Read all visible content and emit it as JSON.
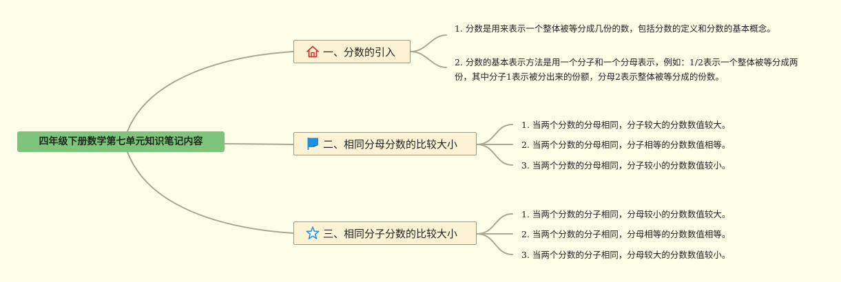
{
  "colors": {
    "background": "#fdfee8",
    "root_fill": "#7fc47d",
    "topic_fill": "#fcf3d4",
    "connector": "#a8a892",
    "home_icon": "#d9342b",
    "flag_icon": "#1f8fe0",
    "star_icon": "#2b8ee8"
  },
  "root": {
    "label": "四年级下册数学第七单元知识笔记内容"
  },
  "topics": [
    {
      "icon": "home-icon",
      "label": "一、分数的引入",
      "items": [
        "1. 分数是用来表示一个整体被等分成几份的数，包括分数的定义和分数的基本概念。",
        "2. 分数的基本表示方法是用一个分子和一个分母表示，例如：1/2表示一个整体被等分成两份，其中分子1表示被分出来的份额，分母2表示整体被等分成的份数。"
      ]
    },
    {
      "icon": "flag-icon",
      "label": "二、相同分母分数的比较大小",
      "items": [
        "1. 当两个分数的分母相同，分子较大的分数数值较大。",
        "2. 当两个分数的分母相同，分子相等的分数数值相等。",
        "3. 当两个分数的分母相同，分子较小的分数数值较小。"
      ]
    },
    {
      "icon": "star-icon",
      "label": "三、相同分子分数的比较大小",
      "items": [
        "1. 当两个分数的分子相同，分母较小的分数数值较大。",
        "2. 当两个分数的分子相同，分母相等的分数数值相等。",
        "3. 当两个分数的分子相同，分母较大的分数数值较小。"
      ]
    }
  ]
}
